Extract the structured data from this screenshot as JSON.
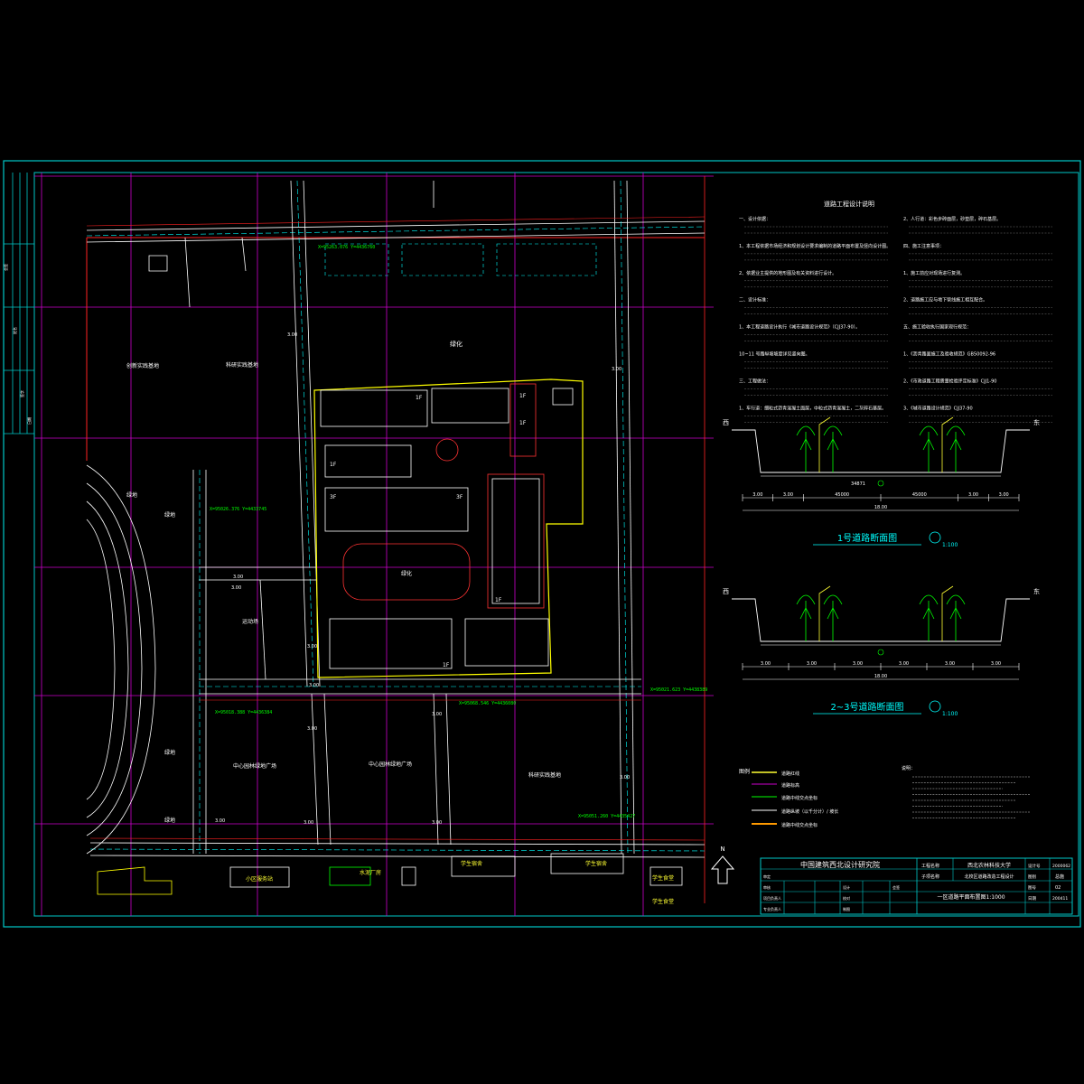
{
  "notes": {
    "title": "道路工程设计说明",
    "paragraphs": [
      "一、设计依据：",
      "1、本工程依据市场经济和规划设计要求编制的道路平面布置及竖向设计图。",
      "2、依据业主提供的地形图及有关资料进行设计。",
      "二、设计标准：",
      "1、本工程道路设计执行《城市道路设计规范》（CJJ37-90）。",
      "10~11 号路纵坡坡度详见竖向图。",
      "三、工程做法：",
      "1、车行道：细粒式沥青混凝土面层，中粒式沥青混凝土，二灰碎石基层。",
      "2、人行道：彩色步砖面层，砂垫层，碎石基层。",
      "四、施工注意事项：",
      "1、施工前应对现场进行复测。",
      "2、道路施工应与地下管线施工相互配合。",
      "五、施工验收执行国家现行规范：",
      "1、《沥青路面施工及验收规范》GB50092-96",
      "2、《市政道路工程质量检验评定标准》CJJ1-90",
      "3、《城市道路设计规范》CJJ37-90"
    ]
  },
  "sections": [
    {
      "title": "1号道路断面图",
      "scale": "1:100",
      "west": "西",
      "east": "东",
      "dims": [
        "3.00",
        "3.00",
        "45000",
        "45000",
        "3.00",
        "3.00"
      ],
      "total": "18.00",
      "top_dims": [
        "34871"
      ]
    },
    {
      "title": "2~3号道路断面图",
      "scale": "1:100",
      "west": "西",
      "east": "东",
      "dims": [
        "3.00",
        "3.00",
        "3.00",
        "3.00",
        "3.00",
        "3.00"
      ],
      "total": "18.00",
      "top_dims": []
    }
  ],
  "legend": {
    "title": "图例",
    "items": [
      "道路红线",
      "道路标高",
      "道路中线交点坐标",
      "道路纵坡（以千分计）/ 坡长",
      "道路中线交点坐标"
    ],
    "notes_title": "说明："
  },
  "site_labels": {
    "zones": [
      "绿化",
      "创新实践基地",
      "科研实践基地",
      "中心园林绿地广场",
      "中心园林绿地广场",
      "科研实践基地",
      "运动场",
      "绿地",
      "绿地",
      "绿地",
      "绿化",
      "绿地"
    ],
    "bottom_buildings": [
      "小区服务站",
      "水泥厂房",
      "学生宿舍",
      "学生宿舍",
      "学生食堂",
      "学生食堂"
    ],
    "floors": [
      "1F",
      "1F",
      "3F",
      "3F",
      "1F",
      "1F",
      "1F",
      "1F"
    ],
    "coords": [
      "X=95263.076 Y=4436760",
      "X=95026.376 Y=4433745",
      "X=95018.388 Y=4436384",
      "X=95068.546 Y=4436080",
      "X=95021.623 Y=4438389",
      "X=95051.260 Y=4435427"
    ],
    "elevations": [
      "3.00",
      "3.00",
      "3.00",
      "3.00",
      "3.00",
      "3.00",
      "3.00",
      "3.00",
      "3.00",
      "3.00",
      "3.00",
      "3.00"
    ]
  },
  "north": "N",
  "title_block": {
    "institute": "中国建筑西北设计研究院",
    "project_label": "工程名称",
    "project": "西北农林科技大学",
    "subitem_label": "子项名称",
    "subitem": "北校区道路改造工程设计",
    "drawing_label": "一区道路平面布置图1:1000",
    "no_label": "设计号",
    "no": "2000062",
    "cat_label": "图别",
    "cat": "总施",
    "num_label": "图号",
    "num": "02",
    "date_label": "日期",
    "date": "200411",
    "roles": [
      "审定",
      "审核",
      "项目负责人",
      "专业负责人"
    ],
    "roles2": [
      "设计",
      "校对",
      "制图",
      "会签"
    ]
  },
  "left_strip": [
    "会签",
    "姓名",
    "签字",
    "日期"
  ],
  "colors": {
    "background": "#000000",
    "frame": "#00c8c8",
    "grid": "#cc00cc",
    "road": "#ff2222",
    "road_edge": "#ffffff",
    "text": "#ffff33",
    "dim": "#00ff00",
    "building": "#ffffff",
    "plot": "#ff3333",
    "site_outline": "#ffff00",
    "center": "#00ffff"
  }
}
